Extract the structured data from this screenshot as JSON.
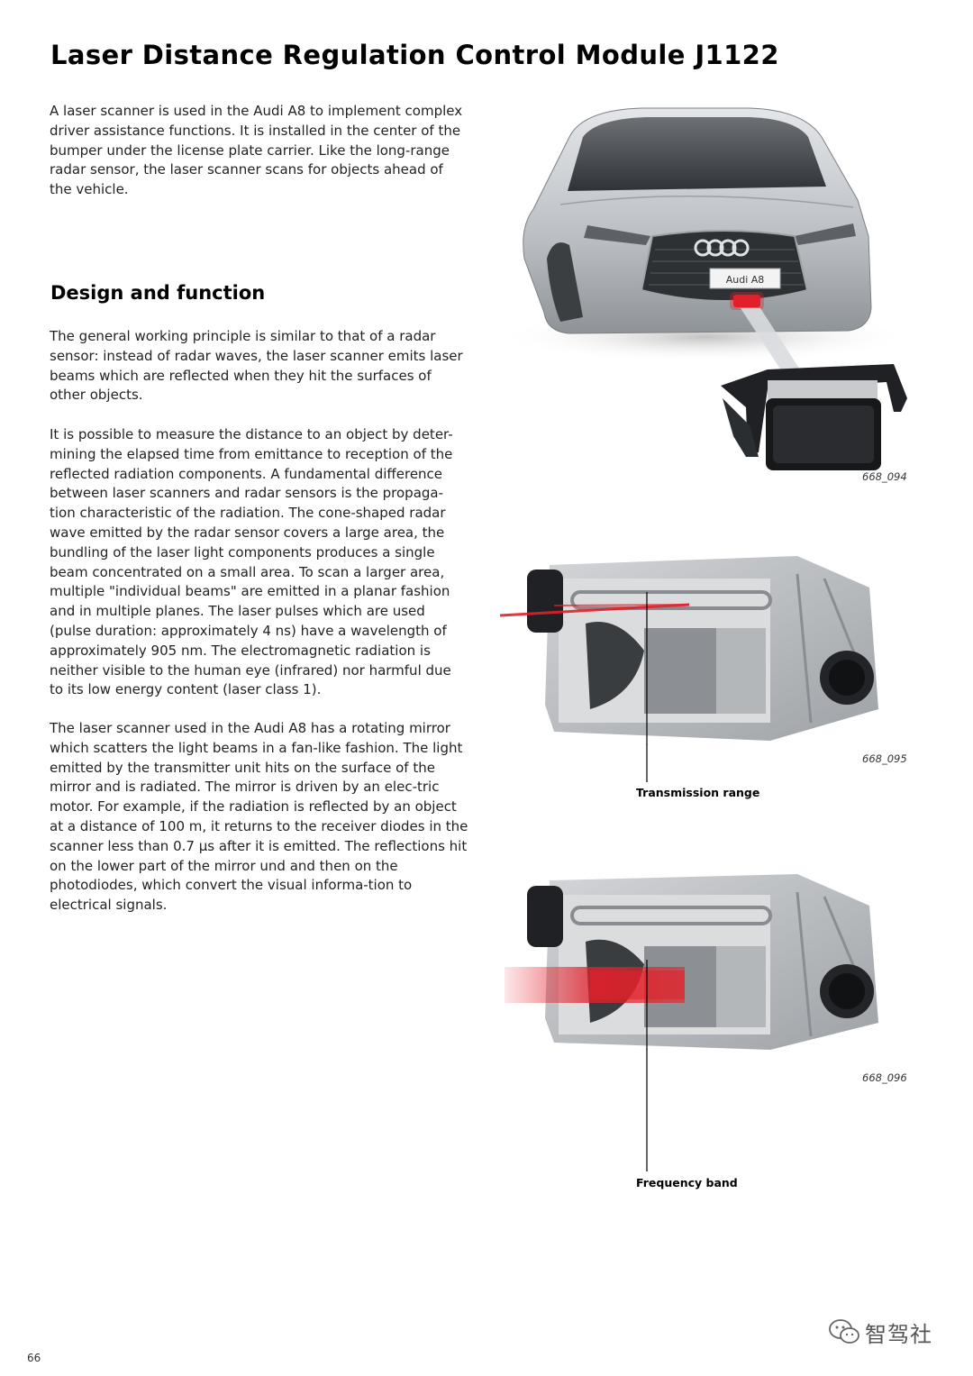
{
  "page": {
    "title": "Laser Distance Regulation Control Module J1122",
    "intro": "A laser scanner is used in the Audi A8 to implement complex driver assistance functions. It is installed in the center of the bumper under the license plate carrier. Like the long-range radar sensor, the laser scanner scans for objects ahead of the vehicle.",
    "section_heading": "Design and function",
    "paragraphs": [
      "The general working principle is similar to that of a radar sensor: instead of radar waves, the laser scanner emits laser beams which are reflected when they hit the surfaces of other objects.",
      "It is possible to measure the distance to an object by deter-mining the elapsed time from emittance to reception of the reflected radiation components. A fundamental difference between laser scanners and radar sensors is the propaga-tion characteristic of the radiation. The cone-shaped radar wave emitted by the radar sensor covers a large area, the bundling of the laser light components produces a single beam concentrated on a small area. To scan a larger area, multiple \"individual beams\" are emitted in a planar fashion and in multiple planes. The laser pulses which are used (pulse duration: approximately 4 ns) have a wavelength of approximately 905 nm. The electromagnetic radiation is neither visible to the human eye (infrared) nor harmful due to its low energy content (laser class 1).",
      "The laser scanner used in the Audi A8 has a rotating mirror which scatters the light beams in a fan-like fashion. The light emitted by the transmitter unit hits on the surface of the mirror and is radiated. The mirror is driven by an elec-tric motor. For example, if the radiation is reflected by an object at a distance of 100 m, it returns to the receiver diodes in the scanner less than 0.7 µs after it is emitted. The reflections hit on the lower part of the mirror und and then on the photodiodes, which convert the visual informa-tion to electrical signals."
    ],
    "page_number": "66"
  },
  "figures": [
    {
      "id": "668_094",
      "badge_text": "Audi A8"
    },
    {
      "id": "668_095",
      "callout": "Transmission range"
    },
    {
      "id": "668_096",
      "callout": "Frequency band"
    }
  ],
  "watermark": {
    "text": "智驾社"
  },
  "colors": {
    "laser_red": "#e3202a",
    "car_silver": "#c9ccd0",
    "housing": "#b9bcbf"
  }
}
